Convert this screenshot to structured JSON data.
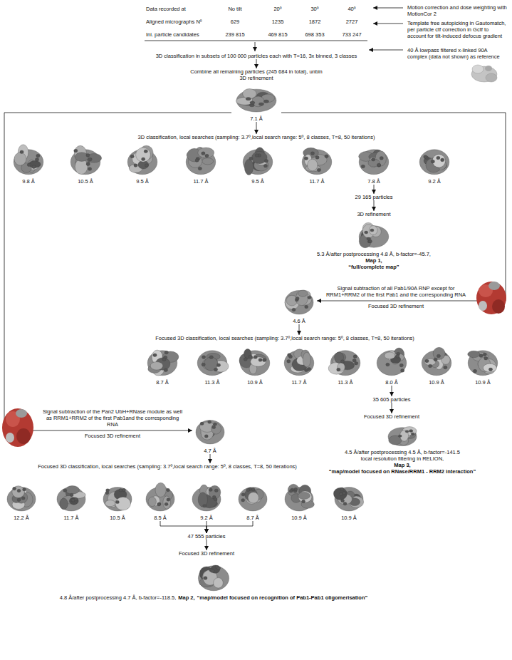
{
  "diagram": {
    "nodes": [
      {
        "text": [
          "3D classification in subsets of 100 000 particles each with T=16, 3x binned, 3 classes"
        ]
      },
      {
        "text": [
          "Combine all remaining particles (245 684 in total), unbin",
          "3D refinement"
        ]
      },
      {
        "text": [
          "7.1 Å"
        ]
      },
      {
        "text": [
          "3D classification, local searches (sampling: 3.7º,local search range: 5º, 8 classes, T=8, 50 iterations)"
        ]
      },
      {
        "text": [
          "9.8 Å"
        ]
      },
      {
        "text": [
          "10.5 Å"
        ]
      },
      {
        "text": [
          "9.5 Å"
        ]
      },
      {
        "text": [
          "11.7 Å"
        ]
      },
      {
        "text": [
          "9.5 Å"
        ]
      },
      {
        "text": [
          "11.7 Å"
        ]
      },
      {
        "text": [
          "7.8 Å"
        ]
      },
      {
        "text": [
          "9.2 Å"
        ]
      },
      {
        "text": [
          "29 165 particles"
        ]
      },
      {
        "text": [
          "3D refinement"
        ]
      },
      {
        "text": [
          "5.3 Å/after postprocessing 4.8 Å, b-factor=-45.7,",
          "Map 1,",
          "“full/complete map”"
        ]
      },
      {
        "text": [
          "4.6 Å"
        ]
      },
      {
        "text": [
          "Focused 3D classification, local searches (sampling: 3.7º,local search range: 5º, 8 classes, T=8, 50 iterations)"
        ]
      },
      {
        "text": [
          "8.7 Å"
        ]
      },
      {
        "text": [
          "11.3 Å"
        ]
      },
      {
        "text": [
          "10.9 Å"
        ]
      },
      {
        "text": [
          "11.7 Å"
        ]
      },
      {
        "text": [
          "11.3 Å"
        ]
      },
      {
        "text": [
          "8.0 Å"
        ]
      },
      {
        "text": [
          "10.9 Å"
        ]
      },
      {
        "text": [
          "10.9 Å"
        ]
      },
      {
        "text": [
          "35 605 particles"
        ]
      },
      {
        "text": [
          "Focused 3D refinement"
        ]
      },
      {
        "text": [
          "4.5 Å/after postprocessing 4.5 Å, b-factor=-141.5",
          "local resolution filtering in RELION,",
          "Map 3,",
          "“map/model focused on RNase/RRM1 - RRM2 interaction”"
        ]
      },
      {
        "text": [
          "4.7 Å"
        ]
      },
      {
        "text": [
          "Focused 3D classification, local searches (sampling: 3.7º,local search range: 5º, 8 classes, T=8, 50 iterations)"
        ]
      },
      {
        "text": [
          "12.2 Å"
        ]
      },
      {
        "text": [
          "11.7 Å"
        ]
      },
      {
        "text": [
          "10.5 Å"
        ]
      },
      {
        "text": [
          "8.5 Å"
        ]
      },
      {
        "text": [
          "9.2 Å"
        ]
      },
      {
        "text": [
          "8.7 Å"
        ]
      },
      {
        "text": [
          "10.9 Å"
        ]
      },
      {
        "text": [
          "10.9 Å"
        ]
      },
      {
        "text": [
          "47 555 particles"
        ]
      },
      {
        "text": [
          "Focused 3D refinement"
        ]
      },
      {
        "text": [
          "4.8 Å/after postprocessing 4.7 Å, b-factor=-118.5,",
          "Map 2,",
          "“map/model focused on recognition of Pab1-Pab1 oligomerisation”"
        ]
      }
    ],
    "edges": [
      {
        "from": 0,
        "to": 1,
        "arrow": "to"
      },
      {
        "from": 2,
        "to": 3,
        "arrow": "to"
      },
      {
        "from": 10,
        "to": 12,
        "arrow": "to"
      },
      {
        "from": 12,
        "to": 13,
        "arrow": "to"
      },
      {
        "from": 2,
        "to": 15,
        "arrow": "to",
        "label": "Signal subtraction of all Pab1/90A RNP except for RRM1+RRM2 of the first Pab1 and the corresponding RNA"
      },
      {
        "from": 15,
        "to": 16,
        "arrow": "to"
      },
      {
        "from": 22,
        "to": 25,
        "arrow": "to"
      },
      {
        "from": 25,
        "to": 26,
        "arrow": "to"
      },
      {
        "from": 2,
        "to": 28,
        "arrow": "to",
        "label": "Signal subtraction of the Pan2 UbH+RNase module as well as RRM1+RRM2 of the first Pab1and the corresponding RNA"
      },
      {
        "from": 28,
        "to": 29,
        "arrow": "to"
      },
      {
        "from": 33,
        "to": 38,
        "arrow": "to"
      },
      {
        "from": 34,
        "to": 38,
        "arrow": "to"
      },
      {
        "from": 35,
        "to": 38,
        "arrow": "to"
      },
      {
        "from": 38,
        "to": 39,
        "arrow": "to"
      }
    ],
    "labels": [
      "Data recorded at",
      "No tilt",
      "20º",
      "30º",
      "40º",
      "Aligned micrographs Nº",
      "629",
      "1235",
      "1872",
      "2727",
      "Ini. particle candidates",
      "239 815",
      "469 815",
      "698 353",
      "733 247",
      "Motion correction and dose weighting with MotionCor 2",
      "Template free autopicking in Gautomatch, per particle ctf correction in Gctf to account for tilt-induced defocus gradient",
      "40 Å lowpass filtered x-linked 90A complex (data not shown) as reference",
      "Focused 3D refinement",
      "Focused 3D refinement"
    ]
  }
}
